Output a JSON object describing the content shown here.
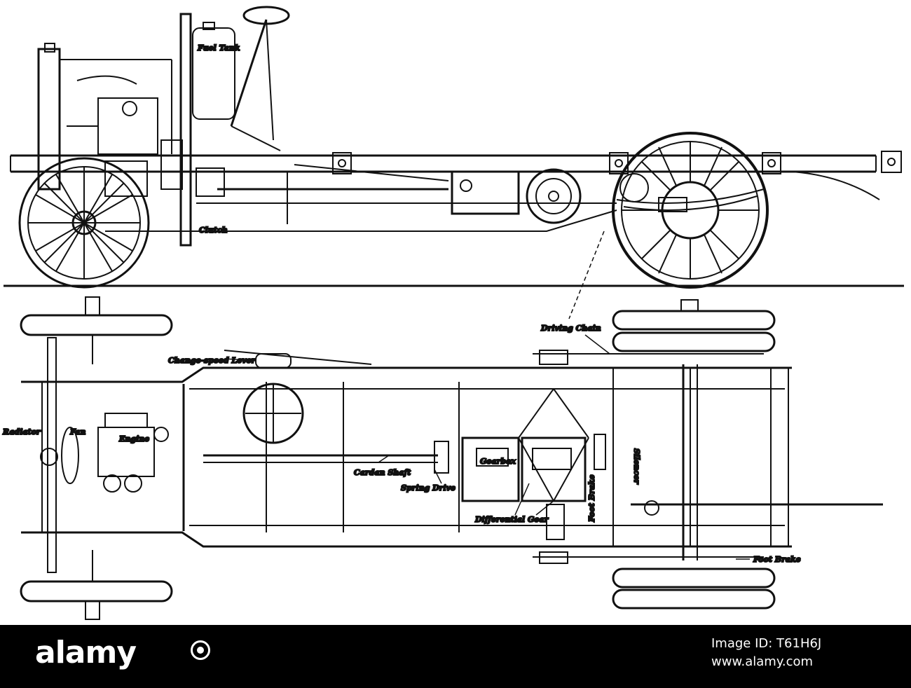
{
  "diagram": {
    "labels": {
      "fuel_tank": "Fuel Tank",
      "clutch": "Clutch",
      "driving_chain": "Driving Chain",
      "change_speed_lever": "Change-speed Lever",
      "radiator": "Radiator",
      "fan": "Fan",
      "engine": "Engine",
      "cardan_shaft": "Cardan Shaft",
      "spring_drive": "Spring Drive",
      "gearbox": "Gearbox",
      "differential_gear": "Differential Gear",
      "foot_brake": "Foot Brake",
      "silencer": "Silencer",
      "foot_brake_lower": "Foot Brake"
    }
  },
  "footer": {
    "brand": "alamy",
    "image_id": "Image ID: T61H6J",
    "site": "www.alamy.com",
    "colors": {
      "background": "#000000",
      "text": "#ffffff"
    }
  }
}
